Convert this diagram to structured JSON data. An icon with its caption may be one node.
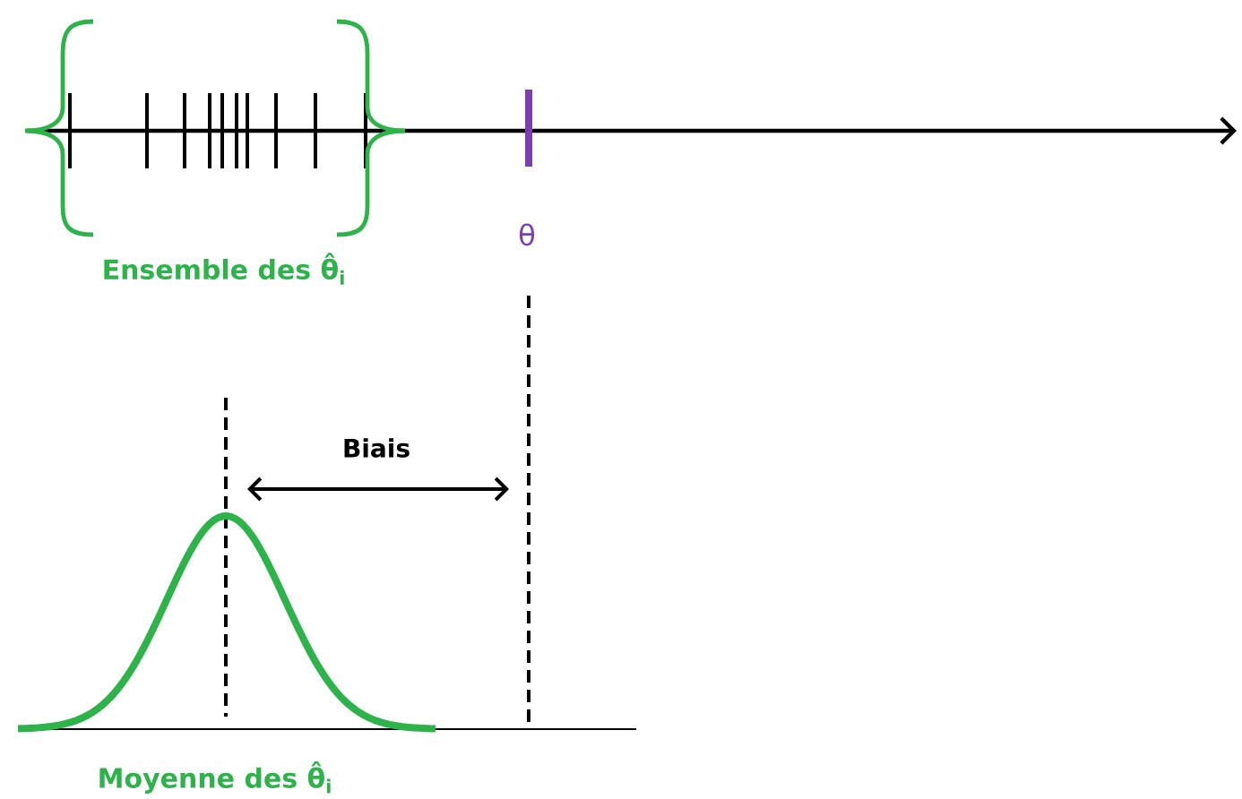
{
  "diagram": {
    "labels": [
      "Ensemble des θ̂$_{i}$",
      "θ",
      "Biais",
      "Moyenne des θ̂$_{i}$"
    ]
  }
}
